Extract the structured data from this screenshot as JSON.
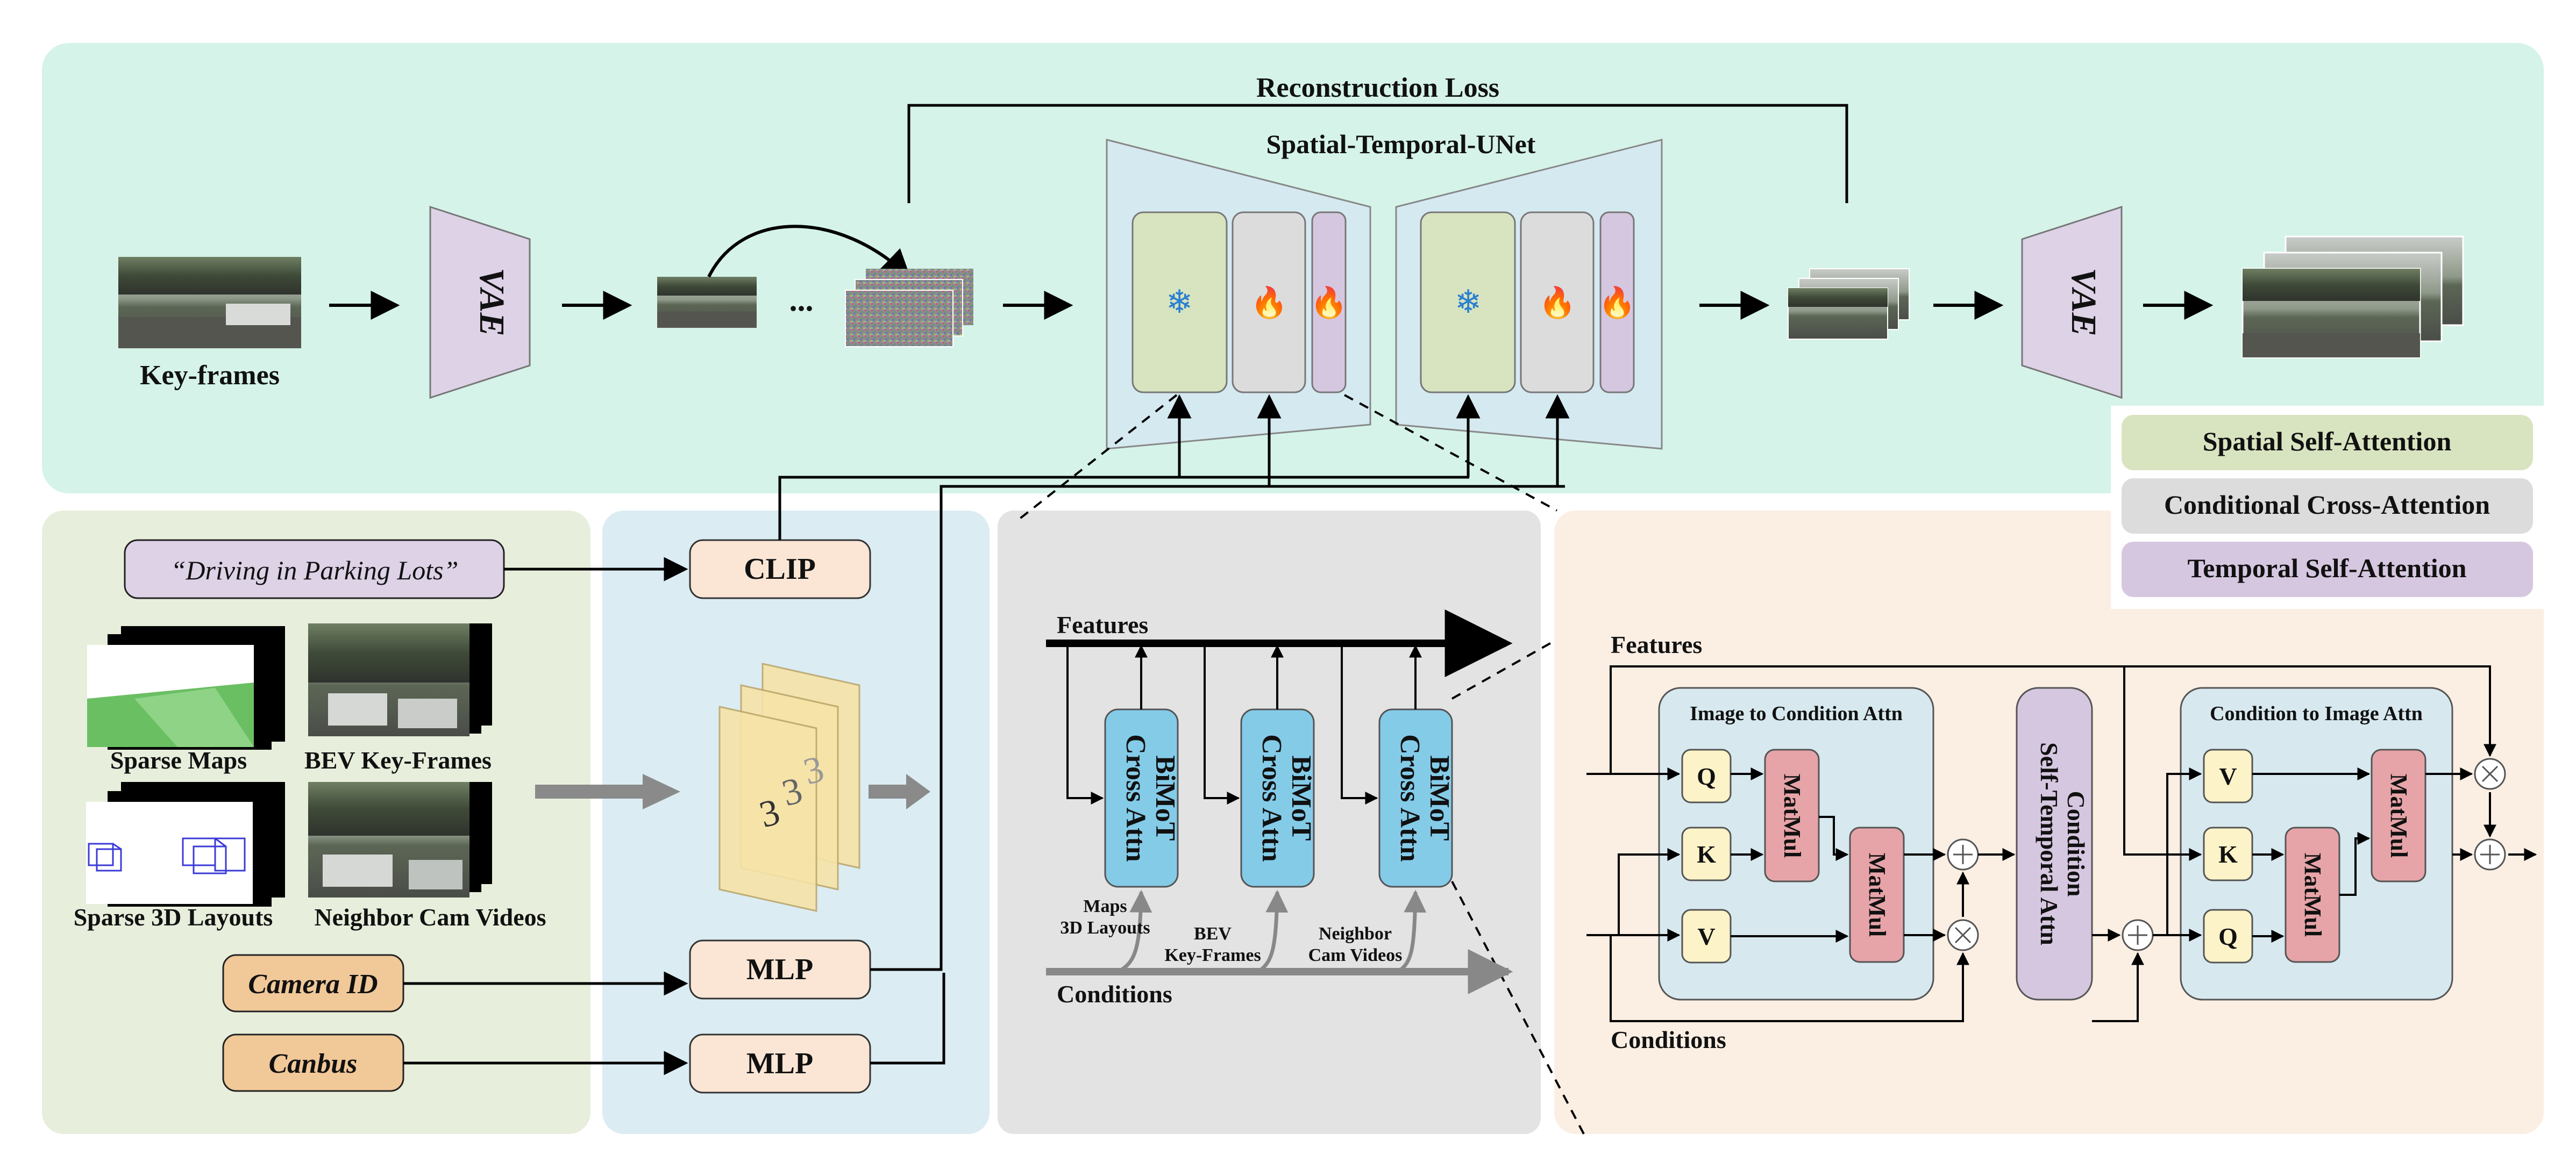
{
  "top": {
    "reconstruction_loss": "Reconstruction Loss",
    "unet_title": "Spatial-Temporal-UNet",
    "keyframes_label": "Key-frames",
    "vae_label": "VAE",
    "ellipsis": "...",
    "snowflake": "❄",
    "fire": "🔥"
  },
  "legend": {
    "spatial": "Spatial Self-Attention",
    "conditional": "Conditional Cross-Attention",
    "temporal": "Temporal Self-Attention"
  },
  "inputs": {
    "text_prompt": "“Driving in Parking Lots”",
    "sparse_maps": "Sparse Maps",
    "bev_keyframes": "BEV Key-Frames",
    "sparse_3d_layouts": "Sparse 3D Layouts",
    "neighbor_cam_videos": "Neighbor Cam Videos",
    "camera_id": "Camera ID",
    "canbus": "Canbus"
  },
  "encoders": {
    "clip": "CLIP",
    "mlp": "MLP"
  },
  "bimot": {
    "features": "Features",
    "conditions": "Conditions",
    "block_line1": "BiMoT",
    "block_line2": "Cross Attn",
    "cond_maps_line1": "Maps",
    "cond_maps_line2": "3D Layouts",
    "cond_bev_line1": "BEV",
    "cond_bev_line2": "Key-Frames",
    "cond_neighbor_line1": "Neighbor",
    "cond_neighbor_line2": "Cam Videos"
  },
  "detail": {
    "features": "Features",
    "conditions": "Conditions",
    "img2cond_title": "Image to Condition Attn",
    "cond2img_title": "Condition to Image Attn",
    "cond_st_line1": "Condition",
    "cond_st_line2": "Self-Temporal Attn",
    "q": "Q",
    "k": "K",
    "v": "V",
    "matmul": "MatMul",
    "plus": "+",
    "times": "×"
  },
  "colors": {
    "top_bg": "#d5f3e9",
    "left_bg": "#e7efdc",
    "enc_bg": "#dbecf3",
    "bimot_bg": "#e3e3e3",
    "detail_bg": "#fbeee3",
    "vae_fill": "#ddd2e6",
    "spatial_fill": "#d8e4c0",
    "cond_fill": "#dcdcdc",
    "temporal_fill": "#d6c7e0",
    "bimot_block": "#84cbe8",
    "qkv_fill": "#fdf3c8",
    "matmul_fill": "#e6a4a8",
    "enc_box": "#fbe6d5",
    "tag_fill": "#f1c898"
  }
}
